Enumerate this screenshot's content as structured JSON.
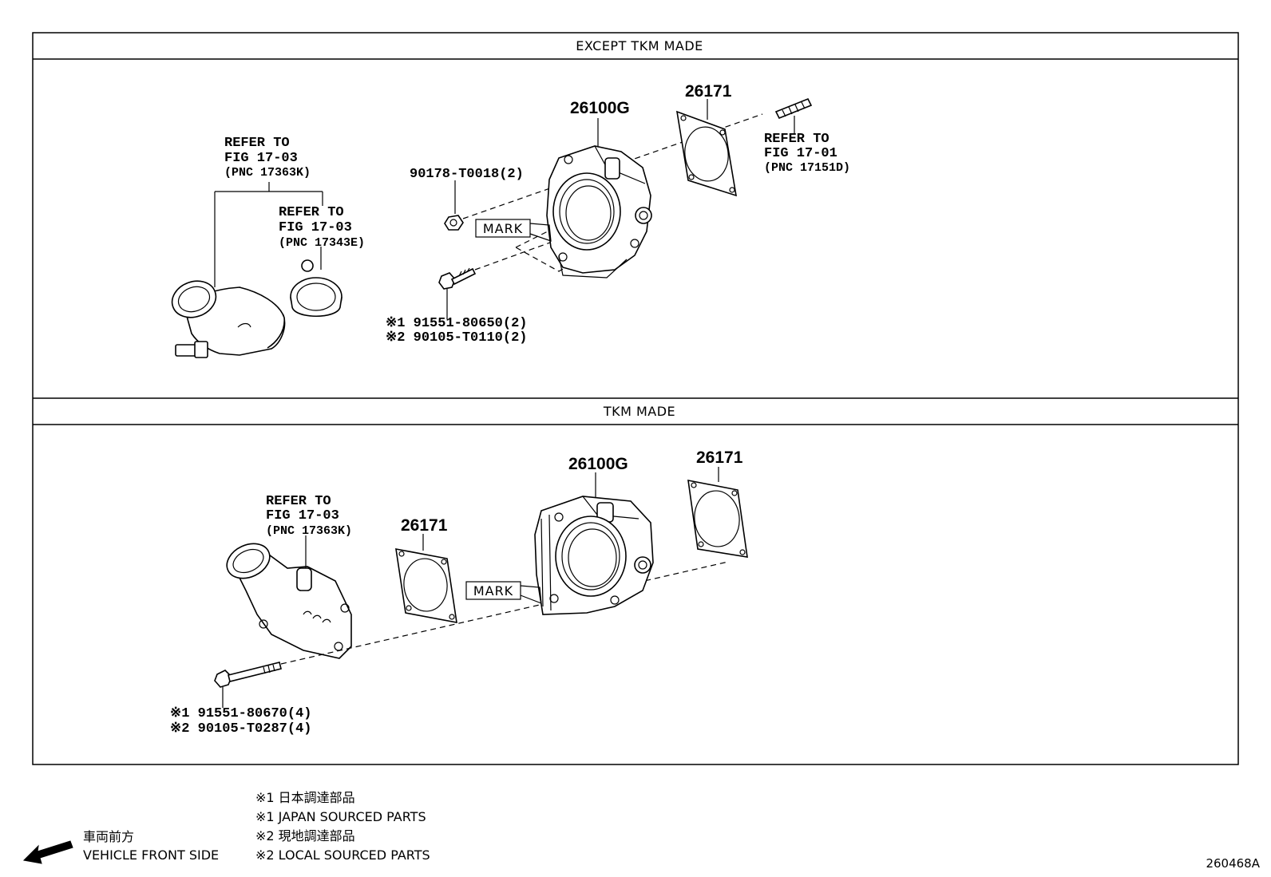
{
  "sections": {
    "upper": {
      "title": "EXCEPT TKM MADE"
    },
    "lower": {
      "title": "TKM MADE"
    }
  },
  "upper": {
    "ref_a": {
      "line1": "REFER TO",
      "line2": "FIG 17-03",
      "line3": "(PNC 17363K)"
    },
    "ref_b": {
      "line1": "REFER TO",
      "line2": "FIG 17-03",
      "line3": "(PNC 17343E)"
    },
    "ref_c": {
      "line1": "REFER TO",
      "line2": "FIG 17-01",
      "line3": "(PNC 17151D)"
    },
    "part_throttle": "26100G",
    "part_gasket": "26171",
    "part_nut": "90178-T0018(2)",
    "mark": "MARK",
    "bolt_line1": "※1 91551-80650(2)",
    "bolt_line2": "※2 90105-T0110(2)"
  },
  "lower": {
    "ref_a": {
      "line1": "REFER TO",
      "line2": "FIG 17-03",
      "line3": "(PNC 17363K)"
    },
    "part_throttle": "26100G",
    "part_gasket_left": "26171",
    "part_gasket_right": "26171",
    "mark": "MARK",
    "bolt_line1": "※1 91551-80670(4)",
    "bolt_line2": "※2 90105-T0287(4)"
  },
  "legend": {
    "front_jp": "車両前方",
    "front_en": "VEHICLE FRONT SIDE",
    "note1_jp": "※1 日本調達部品",
    "note1_en": "※1 JAPAN SOURCED PARTS",
    "note2_jp": "※2 現地調達部品",
    "note2_en": "※2 LOCAL SOURCED PARTS"
  },
  "figure_code": "260468A"
}
